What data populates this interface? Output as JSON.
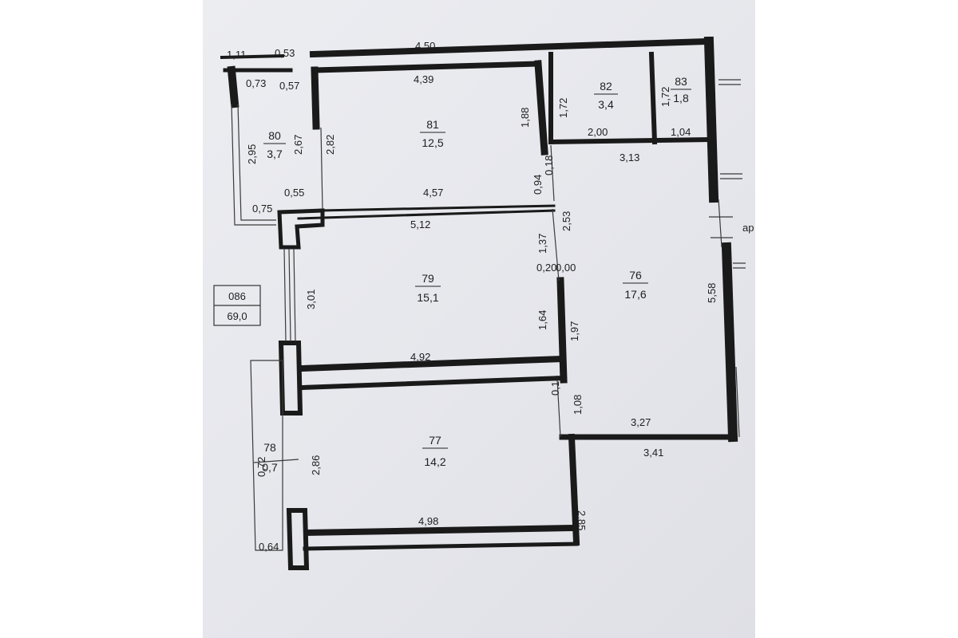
{
  "rooms": [
    {
      "id": "81",
      "area": "12,5"
    },
    {
      "id": "82",
      "area": "3,4"
    },
    {
      "id": "83",
      "area": "1,8"
    },
    {
      "id": "80",
      "area": "3,7"
    },
    {
      "id": "79",
      "area": "15,1"
    },
    {
      "id": "76",
      "area": "17,6"
    },
    {
      "id": "77",
      "area": "14,2"
    },
    {
      "id": "78",
      "area": "0,7"
    }
  ],
  "summary": {
    "code": "086",
    "total_area": "69,0"
  },
  "dims": [
    "1,11",
    "0,53",
    "4,50",
    "0,73",
    "0,57",
    "4,39",
    "1,88",
    "1,72",
    "1,72",
    "2,00",
    "1,04",
    "3,13",
    "2,95",
    "2,67",
    "2,82",
    "0,18",
    "0,94",
    "0,55",
    "4,57",
    "0,75",
    "5,12",
    "2,53",
    "1,37",
    "0,20",
    "0,00",
    "3,01",
    "1,64",
    "1,97",
    "5,58",
    "4,92",
    "0,14",
    "1,08",
    "3,27",
    "3,41",
    "0,72",
    "2,86",
    "4,98",
    "2,85",
    "0,64"
  ],
  "edge_note": "ар"
}
